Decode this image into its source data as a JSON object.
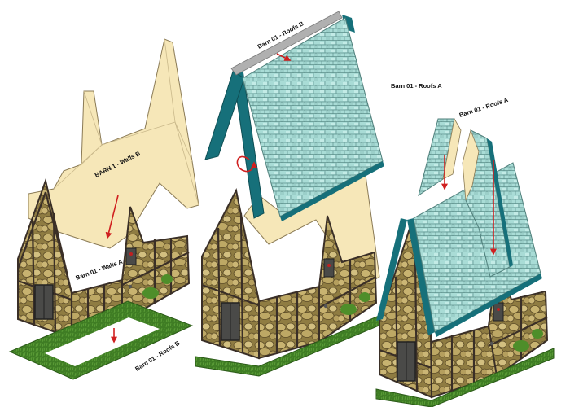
{
  "labels": {
    "walls_b": "BARN 1 - Walls B",
    "walls_a": "Barn 01 - Walls A",
    "roofs_b_base": "Barn 01 - Roofs B",
    "roofs_b_top": "Barn 01 - Roofs B",
    "roofs_a_middle": "Barn 01 - Roofs A",
    "roofs_a_right": "Barn 01 - Roofs A"
  },
  "colors": {
    "paper": "#f6e7b8",
    "paper_edge": "#8a7a55",
    "stone": "#a89350",
    "timber": "#3a2f27",
    "roof": "#a9dcd6",
    "roof_edge": "#16707a",
    "grass": "#3c7a22",
    "arrow": "#d02020",
    "gutter": "#b0b0b0"
  },
  "icons": [
    "down-arrow-icon",
    "rotate-arrow-icon"
  ]
}
